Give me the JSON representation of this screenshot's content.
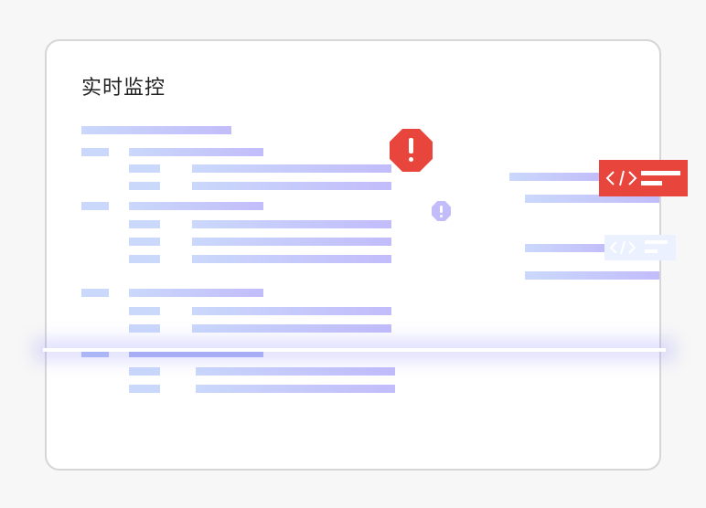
{
  "card": {
    "title": "实时监控"
  },
  "colors": {
    "page_bg": "#f7f7f7",
    "card_border": "#d6d6d6",
    "bar_start": "#cad8fb",
    "bar_end": "#c2bcfb",
    "alert_red": "#e8453c",
    "warn_purple": "#c2bcfb",
    "chip_faint": "#ebf1fe"
  },
  "icons": {
    "error": "octagon-exclamation-icon",
    "warning": "octagon-exclamation-icon",
    "code": "code-brackets-icon"
  },
  "code_chips": [
    {
      "variant": "error",
      "icon": "</>"
    },
    {
      "variant": "faint",
      "icon": "</>"
    }
  ]
}
